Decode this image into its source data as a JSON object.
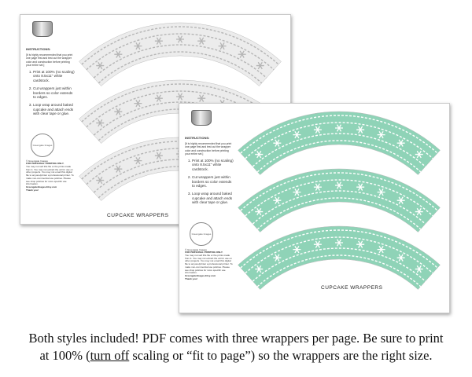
{
  "pages": [
    {
      "style": "gray",
      "wrapper_fill": "#ececec",
      "wrapper_stroke": "#b5b5b5"
    },
    {
      "style": "mint",
      "wrapper_fill": "#8fd3b7",
      "wrapper_stroke": "#ffffff"
    }
  ],
  "instructions": {
    "heading": "INSTRUCTIONS:",
    "intro": "[It is highly recommended that you print one page first and test out the wrapper color and construction before printing your entire set.]",
    "steps": [
      "Print at 100% (no scaling) onto 8.5x11\" white cardstock.",
      "Cut wrappers just within borders so color extends to edges.",
      "Loop wrap around baked cupcake and attach ends with clear tape or glue."
    ],
    "logo_text": "Greengate Images",
    "copyright": "© Greengate Images",
    "personal_heading": "FOR PERSONAL PRINTING ONLY.",
    "personal_text": "You may not sell this file or the prints made from it. You may not extract the art for use on other projects. You may not email this digital file to anyone/printer a professional printer. To make non-commercial use policies. Please see shop policies for more specific use information.",
    "shop": "GreengateImages.Etsy.com",
    "thanks": "Thank you!"
  },
  "page_title": "CUPCAKE WRAPPERS",
  "caption": {
    "line1": "Both styles included! PDF comes with three wrappers per page. Be sure to print",
    "line2_a": "at 100% (",
    "line2_link": "turn off",
    "line2_b": " scaling or “fit to page”) so the wrappers are the right size."
  }
}
